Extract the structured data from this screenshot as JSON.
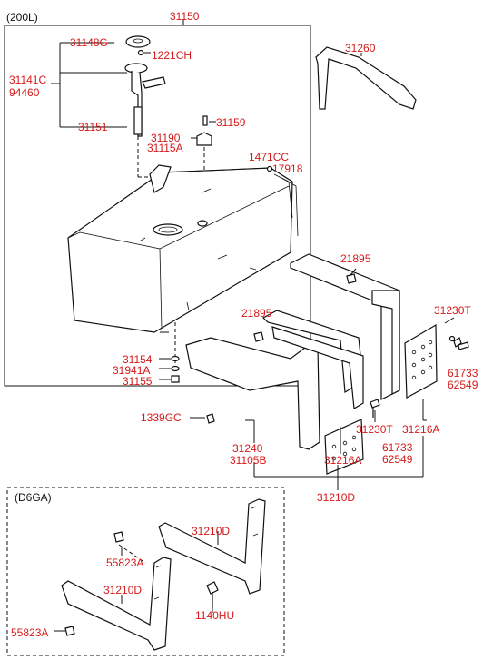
{
  "sections": {
    "main_variant": "(200L)",
    "alt_variant": "(D6GA)"
  },
  "labels": {
    "p31150": "31150",
    "p31148G": "31148G",
    "p1221CH": "1221CH",
    "p31141C": "31141C",
    "p94460": "94460",
    "p31151": "31151",
    "p31159": "31159",
    "p31190": "31190",
    "p31115A": "31115A",
    "p1471CC": "1471CC",
    "p17918": "17918",
    "p31260": "31260",
    "p21895a": "21895",
    "p21895b": "21895",
    "p31230Ta": "31230T",
    "p31230Tb": "31230T",
    "p31154": "31154",
    "p31941A": "31941A",
    "p31155": "31155",
    "p61733a": "61733",
    "p62549a": "62549",
    "p61733b": "61733",
    "p62549b": "62549",
    "p1339GC": "1339GC",
    "p31240": "31240",
    "p31105B": "31105B",
    "p31216Aa": "31216A",
    "p31216Ab": "31216A",
    "p31210D": "31210D",
    "p55823Aa": "55823A",
    "p55823Ab": "55823A",
    "p31210Da": "31210D",
    "p31210Db": "31210D",
    "p1140HU": "1140HU"
  }
}
